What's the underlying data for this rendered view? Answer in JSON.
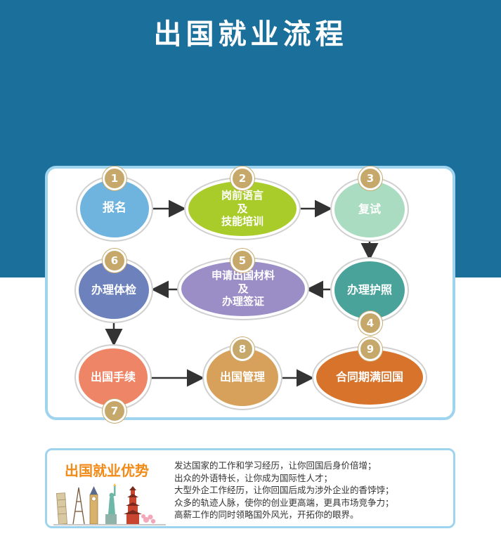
{
  "header": {
    "title": "出国就业流程"
  },
  "colors": {
    "band": "#1b6f9b",
    "card_border": "#9fd4ef",
    "badge": "#c7a86b",
    "advantage_title": "#f28a17"
  },
  "steps": [
    {
      "number": "1",
      "label": "报名",
      "color": "#6fb4de"
    },
    {
      "number": "2",
      "label": "岗前语言\n及\n技能培训",
      "color": "#a9cc2a"
    },
    {
      "number": "3",
      "label": "复试",
      "color": "#a9dcc0"
    },
    {
      "number": "4",
      "label": "办理护照",
      "color": "#4aa39a"
    },
    {
      "number": "5",
      "label": "申请出国材料\n及\n办理签证",
      "color": "#9b8ec6"
    },
    {
      "number": "6",
      "label": "办理体检",
      "color": "#6d82bd"
    },
    {
      "number": "7",
      "label": "出国手续",
      "color": "#ee8566"
    },
    {
      "number": "8",
      "label": "出国管理",
      "color": "#d7a15b"
    },
    {
      "number": "9",
      "label": "合同期满回国",
      "color": "#d8732c"
    }
  ],
  "advantages": {
    "title": "出国就业优势",
    "items": [
      "发达国家的工作和学习经历，让你回国后身价倍增；",
      "出众的外语特长，让你成为国际性人才；",
      "大型外企工作经历，让你回国后成为涉外企业的香饽饽；",
      "众多的轨迹人脉，使你的创业更高端，更具市场竞争力；",
      "高薪工作的同时领略国外风光，开拓你的眼界。"
    ]
  }
}
